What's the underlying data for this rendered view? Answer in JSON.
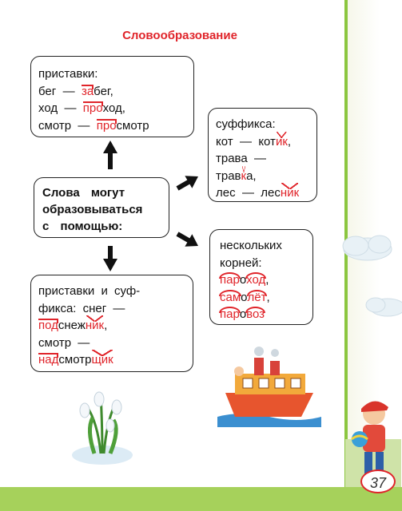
{
  "title": "Словообразование",
  "center_box": {
    "lines": [
      "Слова могут",
      "образовываться",
      "с помощью:"
    ]
  },
  "prefixes_box": {
    "heading": "приставки:",
    "rows": [
      {
        "base": "бег",
        "dash": "—",
        "prefix": "за",
        "rest": "бег,"
      },
      {
        "base": "ход",
        "dash": "—",
        "prefix": "про",
        "rest": "ход,"
      },
      {
        "base": "смотр",
        "dash": "—",
        "prefix": "про",
        "rest": "смотр"
      }
    ]
  },
  "suffixes_box": {
    "heading": "суффикса:",
    "row1": {
      "base": "кот",
      "dash": "—",
      "stem": "кот",
      "suffix": "ик",
      "end": ","
    },
    "row2": {
      "base": "трава",
      "dash": "—"
    },
    "row3": {
      "stem": "трав",
      "suffix": "к",
      "end": "а,"
    },
    "row4": {
      "base": "лес",
      "dash": "—",
      "stem": "лес",
      "suffix": "ник"
    }
  },
  "roots_box": {
    "heading1": "нескольких",
    "heading2": "корней:",
    "words": [
      {
        "root1": "пар",
        "link": "о",
        "root2": "ход",
        "end": ","
      },
      {
        "root1": "сам",
        "link": "о",
        "root2": "лёт",
        "end": ","
      },
      {
        "root1": "пар",
        "link": "о",
        "root2": "воз",
        "end": ""
      }
    ]
  },
  "prefix_suffix_box": {
    "line1": "приставки и суф-",
    "line2": "фикса: снег —",
    "line3": {
      "prefix": "под",
      "mid": "снеж",
      "suffix": "ник",
      "end": ","
    },
    "line4": "смотр —",
    "line5": {
      "prefix": "над",
      "mid": "смотр",
      "suffix": "щик"
    }
  },
  "page_number": "37",
  "colors": {
    "accent": "#e0242a",
    "green": "#8bc63f",
    "arrow": "#111111"
  }
}
